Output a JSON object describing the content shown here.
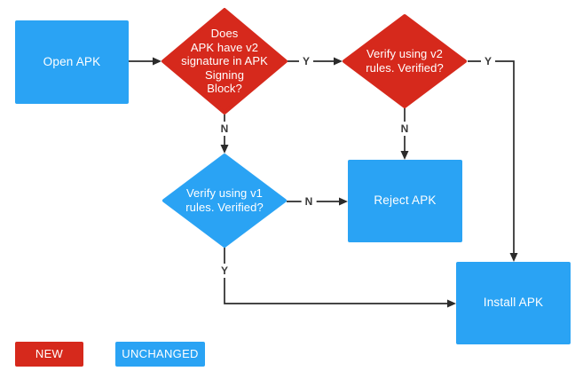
{
  "colors": {
    "new": "#d6291c",
    "unchanged": "#2aa3f4",
    "line": "#2b2b2b"
  },
  "nodes": {
    "open_apk": {
      "label": "Open APK"
    },
    "has_v2": {
      "label": [
        "Does",
        "APK have v2",
        "signature in APK",
        "Signing",
        "Block?"
      ]
    },
    "verify_v2": {
      "label": [
        "Verify using v2",
        "rules. Verified?"
      ]
    },
    "verify_v1": {
      "label": [
        "Verify using v1",
        "rules. Verified?"
      ]
    },
    "reject": {
      "label": "Reject APK"
    },
    "install": {
      "label": "Install APK"
    }
  },
  "edges": {
    "has_v2_yes": {
      "label": "Y"
    },
    "has_v2_no": {
      "label": "N"
    },
    "verify_v2_yes": {
      "label": "Y"
    },
    "verify_v2_no": {
      "label": "N"
    },
    "verify_v1_no": {
      "label": "N"
    },
    "verify_v1_yes": {
      "label": "Y"
    }
  },
  "legend": {
    "new": "NEW",
    "unchanged": "UNCHANGED"
  }
}
